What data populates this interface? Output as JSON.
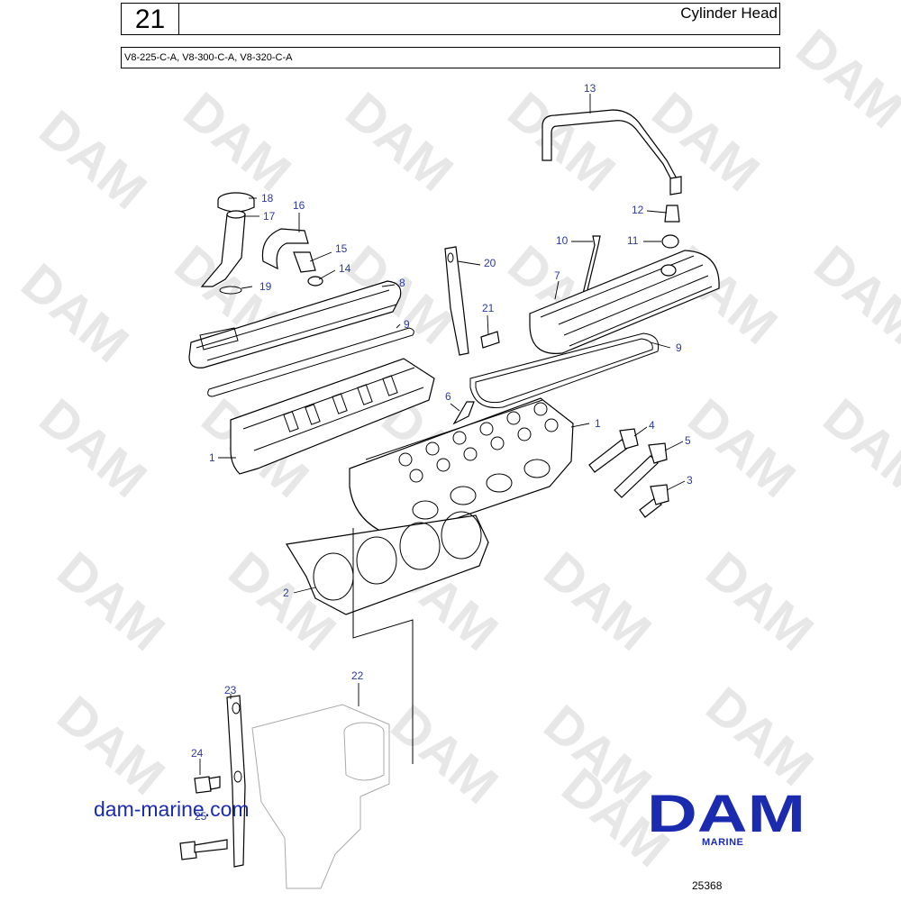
{
  "header": {
    "page_number": "21",
    "title": "Cylinder Head",
    "models": "V8-225-C-A, V8-300-C-A, V8-320-C-A"
  },
  "watermark": {
    "text": "DAM"
  },
  "callouts": [
    {
      "id": "c13",
      "label": "13"
    },
    {
      "id": "c18",
      "label": "18"
    },
    {
      "id": "c17",
      "label": "17"
    },
    {
      "id": "c16",
      "label": "16"
    },
    {
      "id": "c15",
      "label": "15"
    },
    {
      "id": "c14",
      "label": "14"
    },
    {
      "id": "c19",
      "label": "19"
    },
    {
      "id": "c8",
      "label": "8"
    },
    {
      "id": "c9a",
      "label": "9"
    },
    {
      "id": "c20",
      "label": "20"
    },
    {
      "id": "c21",
      "label": "21"
    },
    {
      "id": "c12",
      "label": "12"
    },
    {
      "id": "c10",
      "label": "10"
    },
    {
      "id": "c11",
      "label": "11"
    },
    {
      "id": "c7",
      "label": "7"
    },
    {
      "id": "c9b",
      "label": "9"
    },
    {
      "id": "c6",
      "label": "6"
    },
    {
      "id": "c1a",
      "label": "1"
    },
    {
      "id": "c4",
      "label": "4"
    },
    {
      "id": "c5",
      "label": "5"
    },
    {
      "id": "c3",
      "label": "3"
    },
    {
      "id": "c1b",
      "label": "1"
    },
    {
      "id": "c2",
      "label": "2"
    },
    {
      "id": "c22",
      "label": "22"
    },
    {
      "id": "c23",
      "label": "23"
    },
    {
      "id": "c24",
      "label": "24"
    },
    {
      "id": "c25",
      "label": "25"
    }
  ],
  "footer": {
    "website": "dam-marine.com",
    "logo_text": "DAM",
    "logo_sub": "MARINE",
    "drawing_number": "25368"
  },
  "colors": {
    "callout": "#2b3aa0",
    "brand_blue": "#1b2bb0"
  }
}
